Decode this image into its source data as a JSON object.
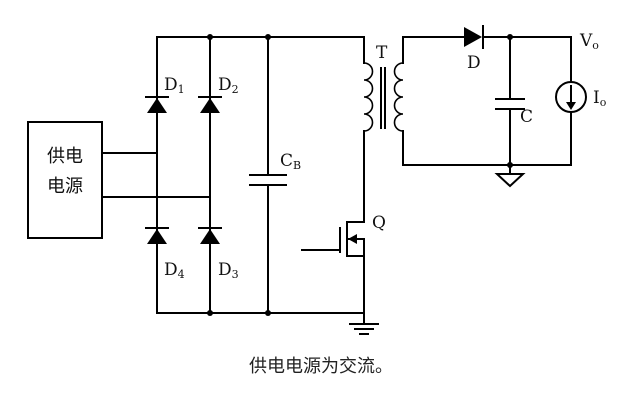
{
  "source_label_line1": "供电",
  "source_label_line2": "电源",
  "components": {
    "d1": {
      "name": "D",
      "sub": "1"
    },
    "d2": {
      "name": "D",
      "sub": "2"
    },
    "d3": {
      "name": "D",
      "sub": "3"
    },
    "d4": {
      "name": "D",
      "sub": "4"
    },
    "cb": {
      "name": "C",
      "sub": "B"
    },
    "t": {
      "name": "T"
    },
    "q": {
      "name": "Q"
    },
    "d": {
      "name": "D"
    },
    "c": {
      "name": "C"
    },
    "vo": {
      "name": "V",
      "sub": "o"
    },
    "io": {
      "name": "I",
      "sub": "o"
    }
  },
  "caption": "供电电源为交流。"
}
